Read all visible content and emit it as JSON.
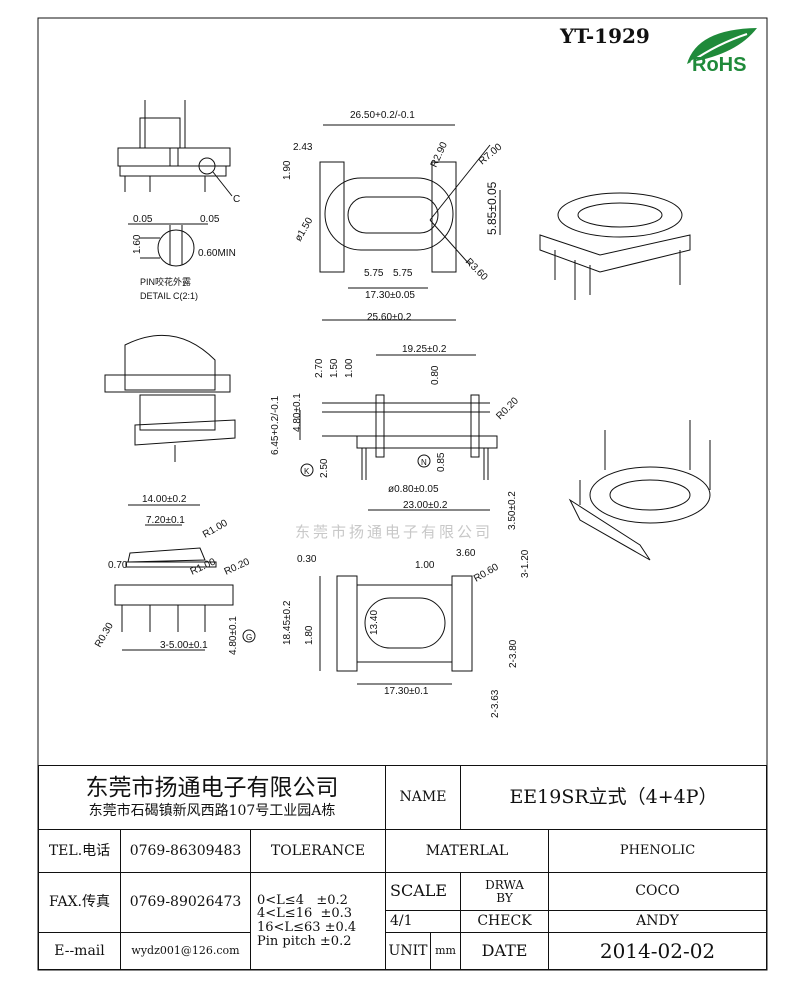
{
  "drawing": {
    "part_code": "YT-1929",
    "rohs_label": "RoHS",
    "watermark": "东莞市扬通电子有限公司",
    "detail_note": [
      "PIN咬花外露",
      "DETAIL C(2:1)"
    ],
    "detail_label": "C",
    "markers": [
      "K",
      "N",
      "G"
    ],
    "dims": {
      "top_view": [
        "26.50+0.2/-0.1",
        "2.43",
        "1.90",
        "R2.90",
        "R7.00",
        "ø1.50",
        "5.85±0.05",
        "R3.60",
        "5.75",
        "5.75",
        "17.30±0.05",
        "25.60±0.2"
      ],
      "detail": [
        "0.05",
        "0.05",
        "1.60",
        "0.60MIN"
      ],
      "side_view": [
        "19.25±0.2",
        "2.70",
        "1.50",
        "1.00",
        "0.80",
        "6.45+0.2/-0.1",
        "4.80±0.1",
        "R0.20",
        "0.85",
        "2.50",
        "ø0.80±0.05",
        "23.00±0.2",
        "3.50±0.2"
      ],
      "front_view": [
        "14.00±0.2",
        "7.20±0.1",
        "R1.00",
        "0.70",
        "R1.00",
        "R0.20",
        "R0.30",
        "3-5.00±0.1",
        "4.80±0.1"
      ],
      "bottom_view": [
        "0.30",
        "1.00",
        "3.60",
        "R0.60",
        "3-1.20",
        "18.45±0.2",
        "1.80",
        "13.40",
        "2-3.80",
        "17.30±0.1",
        "2-3.63"
      ]
    }
  },
  "title_block": {
    "company": "东莞市扬通电子有限公司",
    "address": "东莞市石碣镇新风西路107号工业园A栋",
    "name_label": "NAME",
    "name_value": "EE19SR立式（4+4P）",
    "tel_label": "TEL.电话",
    "tel": "0769-86309483",
    "fax_label": "FAX.传真",
    "fax": "0769-89026473",
    "email_label": "E--mail",
    "email": "wydz001@126.com",
    "tolerance_label": "TOLERANCE",
    "tolerances": [
      "0<L≤4   ±0.2",
      "4<L≤16  ±0.3",
      "16<L≤63 ±0.4",
      "Pin pitch ±0.2"
    ],
    "material_label": "MATERLAL",
    "material": "PHENOLIC",
    "scale_label": "SCALE",
    "scale": "4/1",
    "drawn_label": "DRWA BY",
    "drawn": "COCO",
    "check_label": "CHECK",
    "check": "ANDY",
    "unit_label": "UNIT",
    "unit": "mm",
    "date_label": "DATE",
    "date": "2014-02-02"
  }
}
